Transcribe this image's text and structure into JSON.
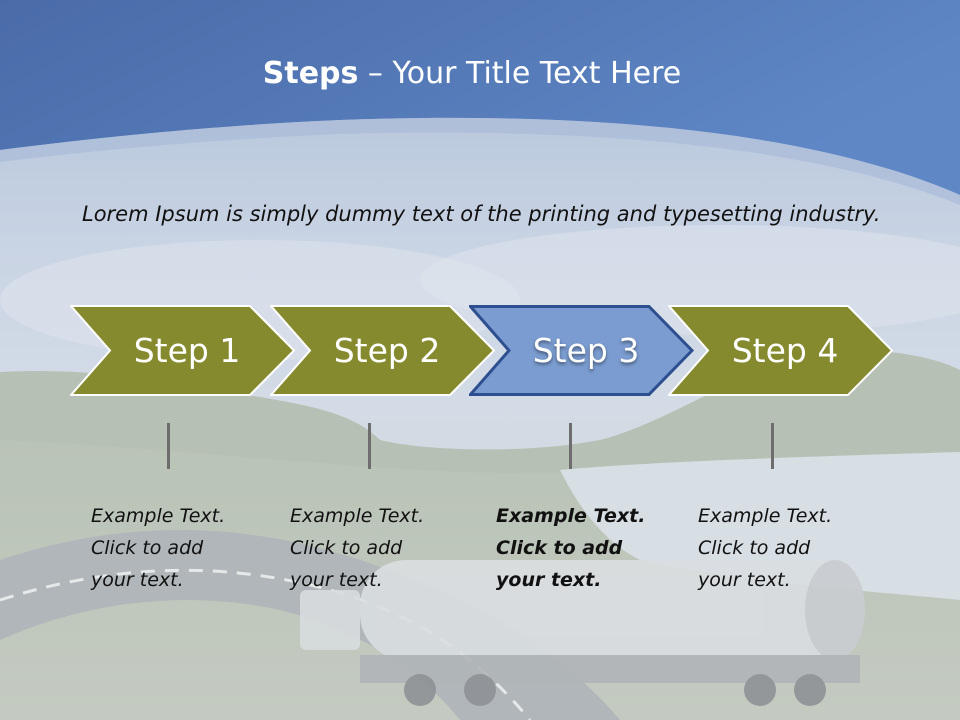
{
  "title": {
    "bold": "Steps",
    "rest": " – Your Title Text Here"
  },
  "intro": "Lorem Ipsum is simply dummy text of the printing and typesetting industry.",
  "steps": [
    {
      "label": "Step 1",
      "caption": [
        "Example Text.",
        "Click  to add",
        "your text."
      ]
    },
    {
      "label": "Step 2",
      "caption": [
        "Example Text.",
        "Click  to add",
        "your text."
      ]
    },
    {
      "label": "Step 3",
      "caption": [
        "Example Text.",
        "Click  to add",
        "your text."
      ]
    },
    {
      "label": "Step 4",
      "caption": [
        "Example Text.",
        "Click  to add",
        "your text."
      ]
    }
  ],
  "active_step": 3,
  "colors": {
    "header_top": "#4a6ba8",
    "header_bottom": "#5f87c6",
    "chevron_olive": "#868a2e",
    "chevron_olive_border": "#ffffff",
    "chevron_active": "#7b9cd0",
    "chevron_active_border": "#2e4f8f",
    "text": "#111111"
  }
}
